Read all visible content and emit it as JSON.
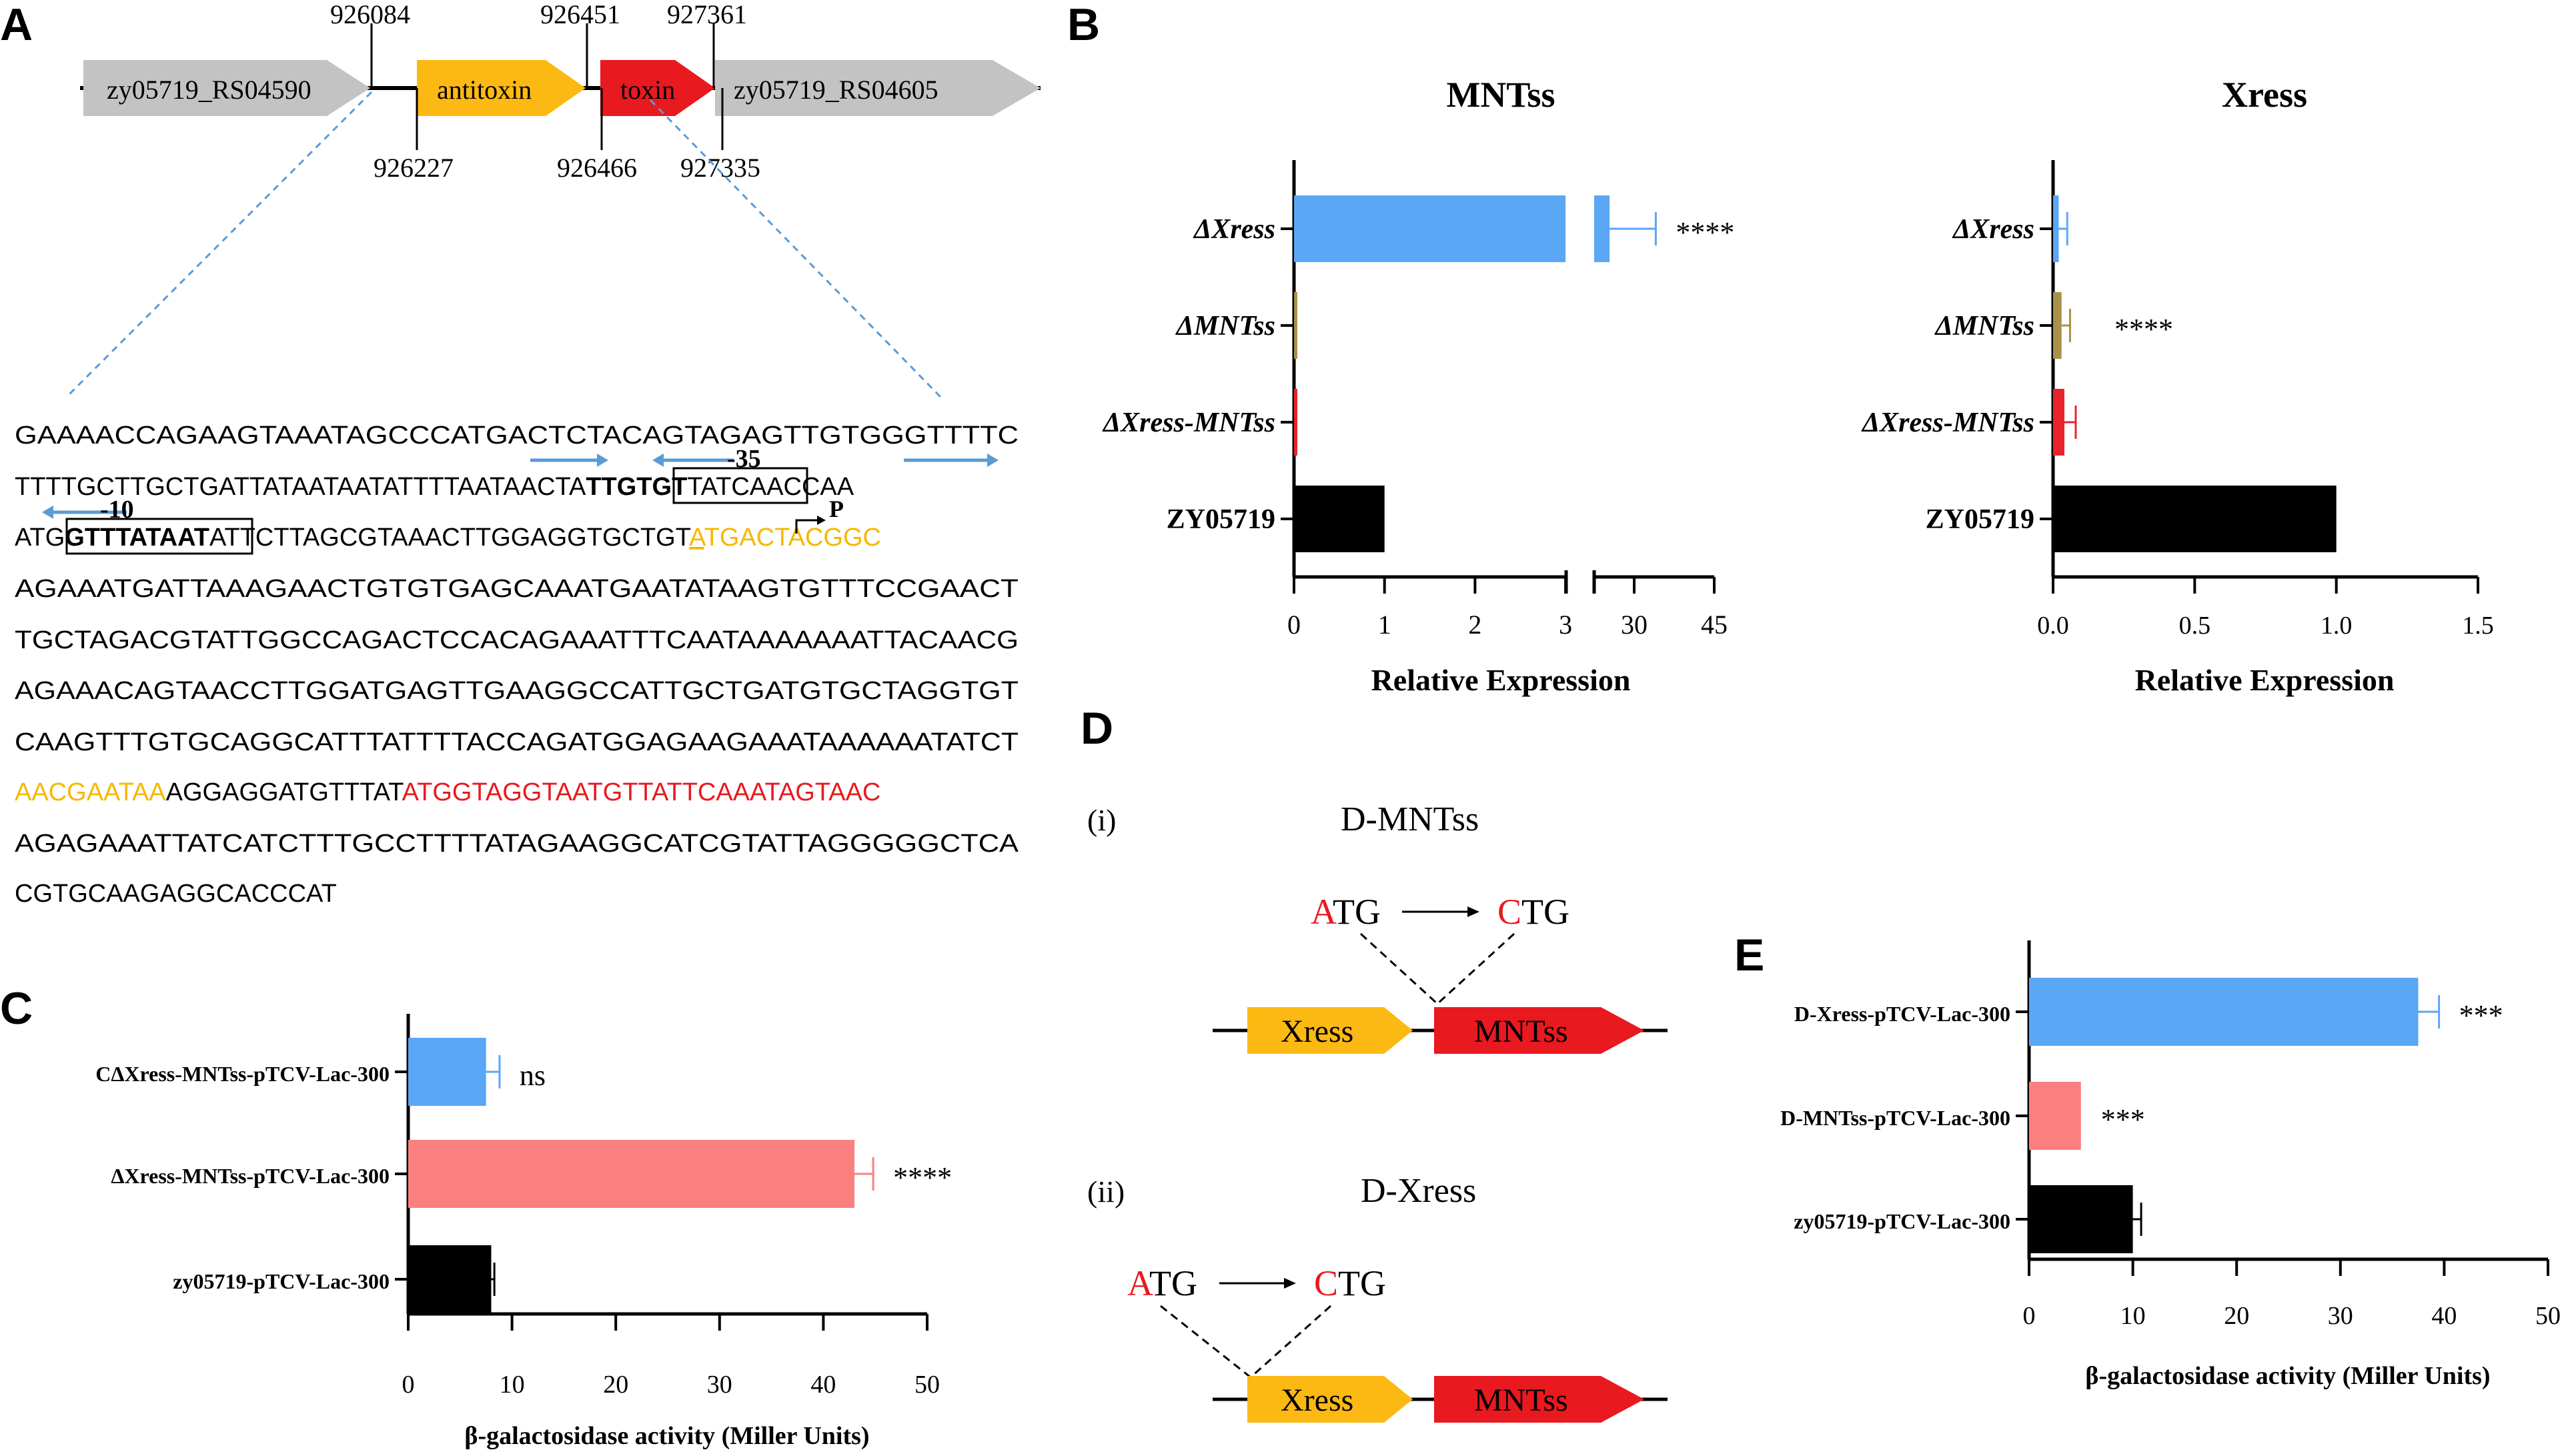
{
  "panels": {
    "A": "A",
    "B": "B",
    "C": "C",
    "D": "D",
    "E": "E"
  },
  "panel_a": {
    "genes": [
      "zy05719_RS04590",
      "antitoxin",
      "toxin",
      "zy05719_RS04605"
    ],
    "coords_top": [
      "926084",
      "926451",
      "927361"
    ],
    "coords_bottom": [
      "926227",
      "926466",
      "927335"
    ],
    "seq_line1": "GAAAACCAGAAGTAAATAGCCCATGACTCTACAGTAGAGTTGTGGGTTTTC",
    "seq_line2_a": "TTTTGCTTGCTGATTATAATAATATTTTAATAACTA",
    "seq_line2_box": "TTGTGT",
    "seq_line2_b": "TATCAACCAA",
    "seq_line3_a": "ATG",
    "seq_line3_box": "GTTTATAAT",
    "seq_line3_b": "ATTCTTAGCGTAAACTTGGAGGTGCTGT",
    "seq_line3_start": "A",
    "seq_line3_c": "TGACTACGGC",
    "seq_line4": "AGAAATGATTAAAGAACTGTGTGAGCAAATGAATATAAGTGTTTCCGAACT",
    "seq_line5": "TGCTAGACGTATTGGCCAGACTCCACAGAAATTTCAATAAAAAAATTACAACG",
    "seq_line6": "AGAAACAGTAACCTTGGATGAGTTGAAGGCCATTGCTGATGTGCTAGGTGT",
    "seq_line7": "CAAGTTTGTGCAGGCATTTATTTTACCAGATGGAGAAGAAATAAAAAATATCT",
    "seq_line8_a": "AACGAATAA",
    "seq_line8_b": "AGGAGGATGTTTAT",
    "seq_line8_c": "ATGGTAGGTAATGTTATTCAAATAGTAAC",
    "seq_line9": "AGAGAAATTATCATCTTTGCCTTTTATAGAAGGCATCGTATTAGGGGGCTCA",
    "seq_line10": "CGTGCAAGAGGCACCCAT",
    "label_minus35": "-35",
    "label_minus10": "-10",
    "label_p": "P"
  },
  "panel_d": {
    "i_label": "(i)",
    "ii_label": "(ii)",
    "i_title": "D-MNTss",
    "ii_title": "D-Xress",
    "mut_from_red": "A",
    "mut_from_rest": "TG",
    "mut_to_red": "C",
    "mut_to_rest": "TG",
    "gene_xress": "Xress",
    "gene_mntss": "MNTss"
  },
  "chart_data": [
    {
      "id": "B-MNTss",
      "type": "bar",
      "orientation": "horizontal",
      "title": "MNTss",
      "xlabel": "Relative Expression",
      "categories": [
        "ΔXress",
        "ΔMNTss",
        "ΔXress-MNTss",
        "ZY05719"
      ],
      "values": [
        28,
        0.02,
        0.03,
        1.0
      ],
      "errors": [
        9,
        0,
        0,
        0
      ],
      "colors": [
        "#5aa7f5",
        "#a8924a",
        "#e8242a",
        "#000000"
      ],
      "significance": [
        "****",
        "",
        "",
        ""
      ],
      "axis_break": [
        3,
        25
      ],
      "ticks": [
        "0",
        "1",
        "2",
        "3",
        "30",
        "45"
      ]
    },
    {
      "id": "B-Xress",
      "type": "bar",
      "orientation": "horizontal",
      "title": "Xress",
      "xlabel": "Relative Expression",
      "categories": [
        "ΔXress",
        "ΔMNTss",
        "ΔXress-MNTss",
        "ZY05719"
      ],
      "values": [
        0.02,
        0.03,
        0.04,
        1.0
      ],
      "errors": [
        0.03,
        0.03,
        0.04,
        0
      ],
      "colors": [
        "#5aa7f5",
        "#a8924a",
        "#e8242a",
        "#000000"
      ],
      "significance": [
        "",
        "****",
        "",
        ""
      ],
      "xlim": [
        0,
        1.5
      ],
      "ticks": [
        "0.0",
        "0.5",
        "1.0",
        "1.5"
      ]
    },
    {
      "id": "C",
      "type": "bar",
      "orientation": "horizontal",
      "xlabel": "β-galactosidase activity (Miller Units)",
      "categories": [
        "CΔXress-MNTss-pTCV-Lac-300",
        "ΔXress-MNTss-pTCV-Lac-300",
        "zy05719-pTCV-Lac-300"
      ],
      "values": [
        7.5,
        43,
        8
      ],
      "errors": [
        1.3,
        1.8,
        0.3
      ],
      "colors": [
        "#5aa7f5",
        "#fa8080",
        "#000000"
      ],
      "significance": [
        "ns",
        "****",
        ""
      ],
      "xlim": [
        0,
        50
      ],
      "ticks": [
        "0",
        "10",
        "20",
        "30",
        "40",
        "50"
      ]
    },
    {
      "id": "E",
      "type": "bar",
      "orientation": "horizontal",
      "xlabel": "β-galactosidase activity (Miller Units)",
      "categories": [
        "D-Xress-pTCV-Lac-300",
        "D-MNTss-pTCV-Lac-300",
        "zy05719-pTCV-Lac-300"
      ],
      "values": [
        37.5,
        5,
        10
      ],
      "errors": [
        2,
        0,
        0.8
      ],
      "colors": [
        "#5aa7f5",
        "#fa8080",
        "#000000"
      ],
      "significance": [
        "***",
        "***",
        ""
      ],
      "xlim": [
        0,
        50
      ],
      "ticks": [
        "0",
        "10",
        "20",
        "30",
        "40",
        "50"
      ]
    }
  ]
}
